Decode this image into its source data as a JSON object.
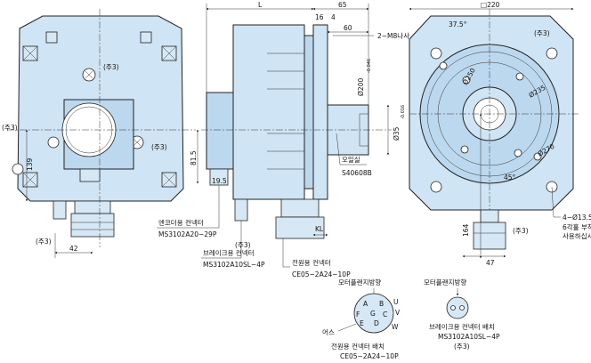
{
  "colors": {
    "body": "#cfe4f4",
    "line": "#222222",
    "background": "#ffffff"
  },
  "dimensions": {
    "L": "L",
    "d16": "16",
    "d4": "4",
    "d65": "65",
    "d60": "60",
    "sq220": "□220",
    "d139": "139",
    "d42": "42",
    "d815": "81.5",
    "d195": "19.5",
    "KL": "KL",
    "shaft": "Ø35",
    "pilot": "Ø200",
    "d164": "164",
    "d47": "47",
    "a375": "37.5°",
    "a45": "45°",
    "tol_shaft": "-0.016",
    "tol_pilot": "-0.046",
    "d250": "Ø250",
    "d235": "Ø235",
    "d270": "Ø270"
  },
  "labels": {
    "chu3": "(주3)",
    "m8": "2−M8나사",
    "oil_seal": "오일실",
    "oil_seal_pn": "S40608B",
    "enc": "엔코더용 컨넥터",
    "enc_pn": "MS3102A20−29P",
    "brake": "브레이크용 컨넥터",
    "brake_pn": "MS3102A10SL−4P",
    "power": "전원용 컨넥터",
    "power_pn": "CE05−2A24−10P",
    "holes1": "4−Ø13.5",
    "holes2": "6각홀 부착",
    "holes3": "사용하십시오",
    "flange_dir1": "모터플랜지방향",
    "flange_dir2": "모터플랜지방향",
    "earth": "어스",
    "pin_a": "A",
    "pin_b": "B",
    "pin_c": "C",
    "pin_d": "D",
    "pin_e": "E",
    "pin_f": "F",
    "pin_g": "G",
    "pin_u": "U",
    "pin_v": "V",
    "pin_w": "W",
    "power_layout": "전원용 컨넥터 배치",
    "power_layout_pn": "CE05−2A24−10P",
    "brake_layout": "브레이크용 컨넥터 배치",
    "brake_layout_pn": "MS3102A10SL−4P",
    "brake_layout_note": "(주3)"
  }
}
